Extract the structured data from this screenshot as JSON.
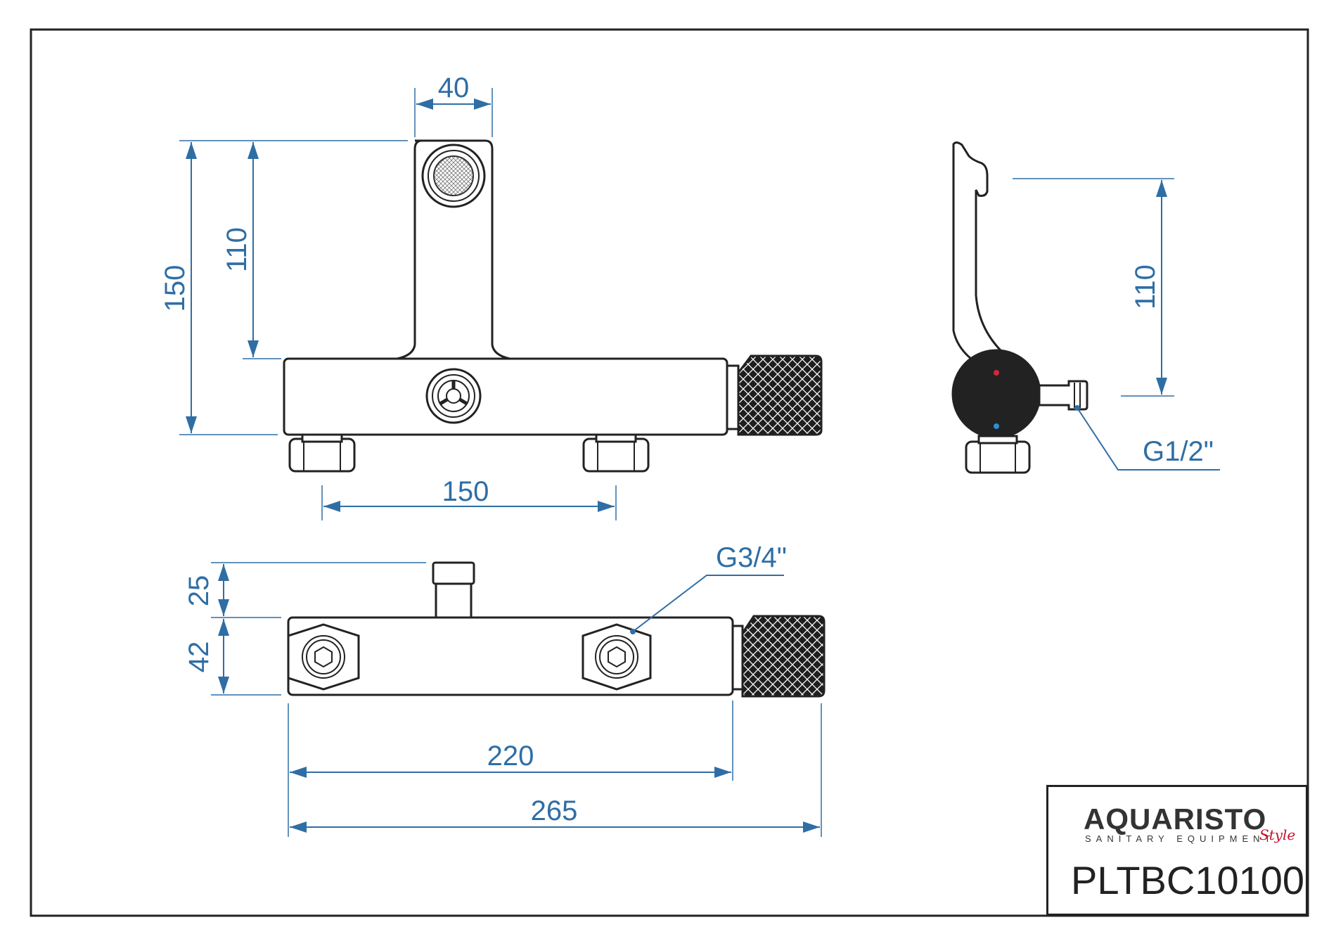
{
  "title_block": {
    "brand": "AQUARISTO",
    "brand_subtitle": "SANITARY EQUIPMENT",
    "brand_script": "Style",
    "product_code": "PLTBC10100"
  },
  "dimensions": {
    "spout_width": "40",
    "total_height": "150",
    "spout_height": "110",
    "inlet_spacing": "150",
    "side_height": "110",
    "outlet_thread": "G1/2\"",
    "inlet_thread": "G3/4\"",
    "nipple_height": "25",
    "body_depth": "42",
    "body_length": "220",
    "total_length": "265"
  },
  "colors": {
    "dimension": "#2f6ea5",
    "outline": "#222222",
    "hot_marker": "#d6263a",
    "cold_marker": "#2b8fd6"
  }
}
